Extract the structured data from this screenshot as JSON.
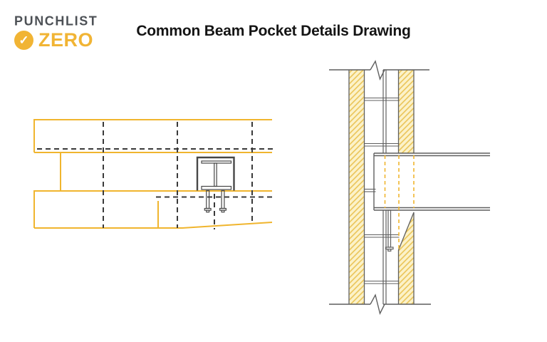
{
  "header": {
    "logo": {
      "line1": "PUNCHLIST",
      "line2": "ZERO",
      "checkmark": "✓"
    },
    "title": "Common Beam Pocket Details Drawing"
  },
  "icons": {
    "checkmark": "✓"
  },
  "colors": {
    "brand_yellow": "#F1B434",
    "logo_gray": "#4D5156",
    "title_color": "#141414",
    "draw_yellow": "#F0B52E",
    "dash_dark": "#3A3A3A",
    "pocket_gray": "#474747",
    "draw_gray": "#5F5F5F",
    "hatch_fill": "#FCF2C9",
    "hatch_line": "#E9C14F",
    "page_bg": "#FFFFFF"
  }
}
